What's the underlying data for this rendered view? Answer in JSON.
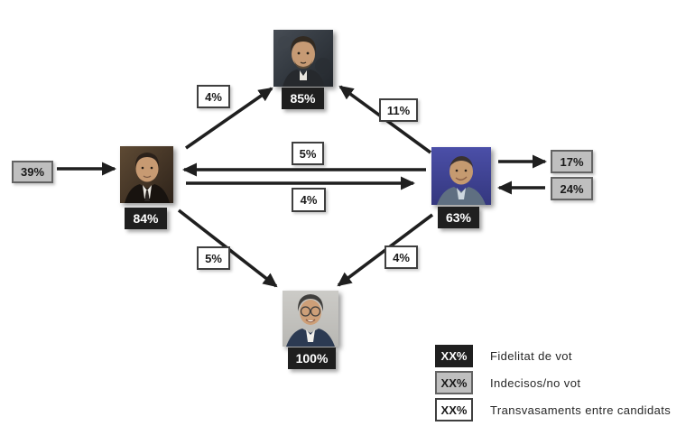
{
  "candidates": {
    "top": {
      "fidelity": "85%"
    },
    "left": {
      "fidelity": "84%",
      "undecided_in": "39%"
    },
    "right": {
      "fidelity": "63%",
      "undecided_out": "17%",
      "undecided_back": "24%"
    },
    "bottom": {
      "fidelity": "100%"
    }
  },
  "transfers": {
    "left_to_top": "4%",
    "right_to_top": "11%",
    "right_to_left": "5%",
    "left_to_right": "4%",
    "left_to_bottom": "5%",
    "right_to_bottom": "4%"
  },
  "legend": {
    "items": [
      {
        "value": "XX%",
        "label": "Fidelitat de vot",
        "swatch": "black"
      },
      {
        "value": "XX%",
        "label": "Indecisos/no vot",
        "swatch": "gray"
      },
      {
        "value": "XX%",
        "label": "Transvasaments entre candidats",
        "swatch": "white"
      }
    ]
  },
  "colors": {
    "arrow": "#1f1f1f",
    "fidelity_bg": "#1f1f1f",
    "undecided_bg": "#bfbfbf",
    "transfer_bg": "#ffffff"
  }
}
